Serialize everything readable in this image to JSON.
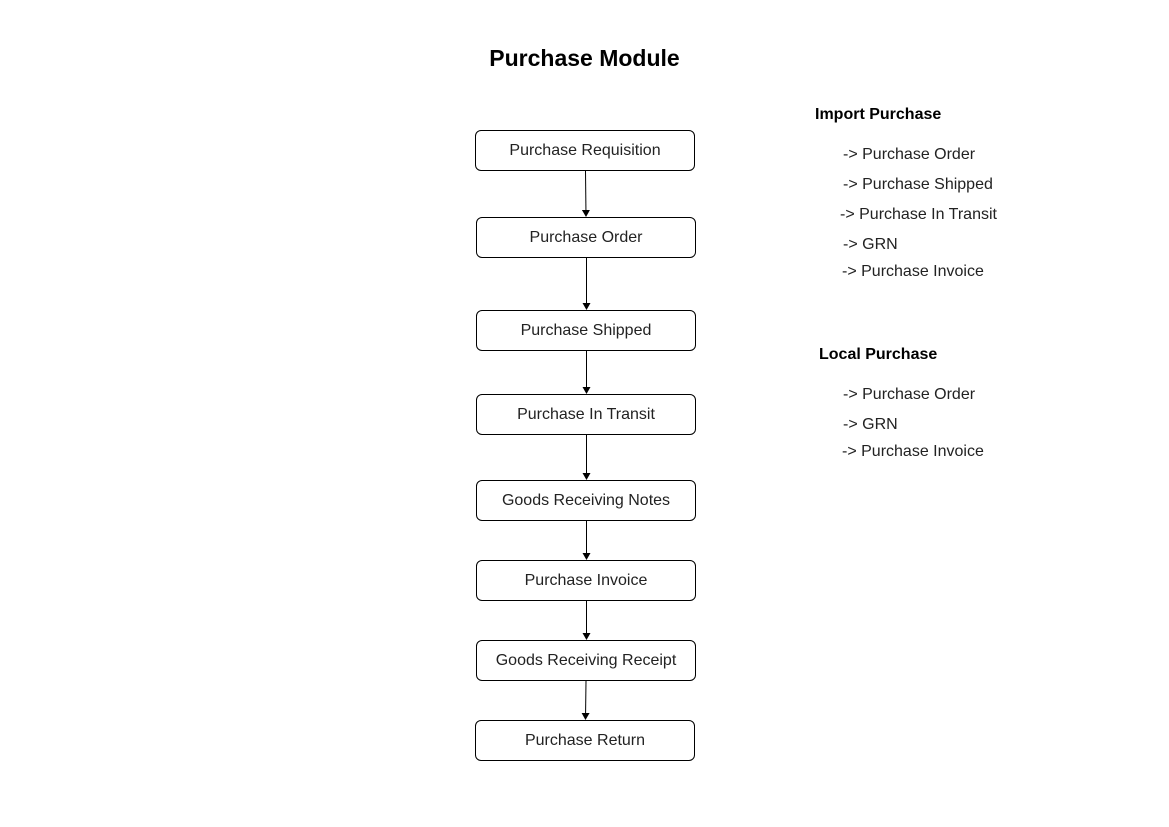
{
  "title": "Purchase Module",
  "flow": {
    "steps": [
      "Purchase Requisition",
      "Purchase Order",
      "Purchase Shipped",
      "Purchase In Transit",
      "Goods Receiving Notes",
      "Purchase Invoice",
      "Goods Receiving Receipt",
      "Purchase Return"
    ]
  },
  "import_purchase": {
    "heading": "Import Purchase",
    "items": [
      "-> Purchase Order",
      "-> Purchase Shipped",
      "-> Purchase In Transit",
      "-> GRN",
      "-> Purchase Invoice"
    ]
  },
  "local_purchase": {
    "heading": "Local Purchase",
    "items": [
      "-> Purchase Order",
      "-> GRN",
      "-> Purchase Invoice"
    ]
  },
  "colors": {
    "border": "#000000",
    "text": "#222222",
    "background": "#ffffff"
  }
}
